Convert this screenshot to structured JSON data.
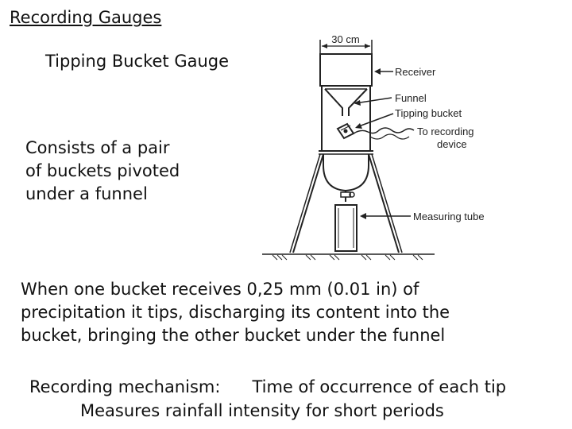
{
  "title": "Recording Gauges",
  "subtitle": "Tipping Bucket Gauge",
  "description_lines": [
    "Consists of a pair",
    "of buckets pivoted",
    "under a funnel"
  ],
  "body_lines": [
    "When one bucket receives 0,25 mm (0.01 in) of",
    "precipitation it tips, discharging its content into the",
    "bucket, bringing the other bucket under the funnel"
  ],
  "mechanism": {
    "label": "Recording mechanism:",
    "value": "Time of occurrence of each tip"
  },
  "measures": "Measures rainfall intensity for short periods",
  "diagram": {
    "dimension": "30 cm",
    "labels": {
      "receiver": "Receiver",
      "funnel": "Funnel",
      "tipping_bucket": "Tipping bucket",
      "recording_1": "To recording",
      "recording_2": "device",
      "measuring_tube": "Measuring tube"
    }
  }
}
